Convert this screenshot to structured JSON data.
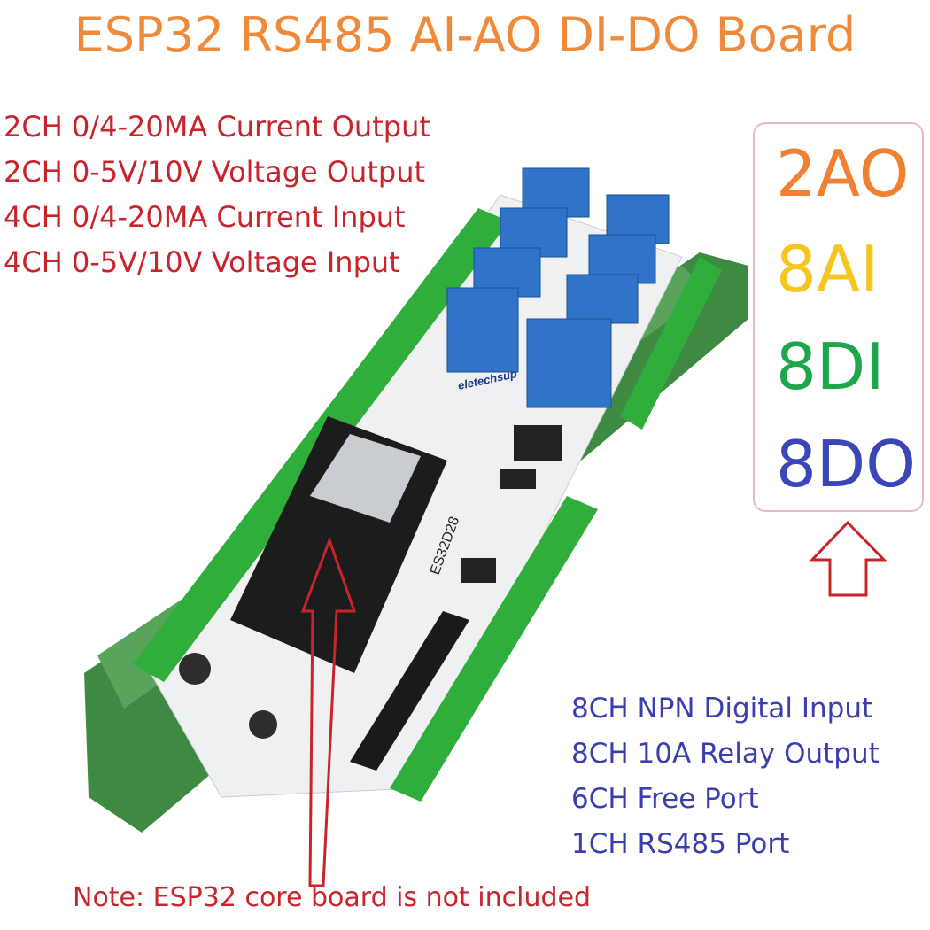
{
  "title": "ESP32 RS485 AI-AO DI-DO Board",
  "specs": [
    "2CH 0/4-20MA Current Output",
    "2CH 0-5V/10V Voltage Output",
    "4CH 0/4-20MA Current Input",
    "4CH 0-5V/10V Voltage Input"
  ],
  "summary": [
    {
      "label": "2AO",
      "color": "#ef8130"
    },
    {
      "label": "8AI",
      "color": "#f6c51f"
    },
    {
      "label": "8DI",
      "color": "#1ea64a"
    },
    {
      "label": "8DO",
      "color": "#3b46b8"
    }
  ],
  "features": [
    "8CH NPN Digital Input",
    "8CH 10A Relay Output",
    "6CH Free Port",
    "1CH RS485 Port"
  ],
  "note": "Note: ESP32 core board is not included",
  "board": {
    "brand": "eletechsup",
    "model": "ES32D28"
  }
}
